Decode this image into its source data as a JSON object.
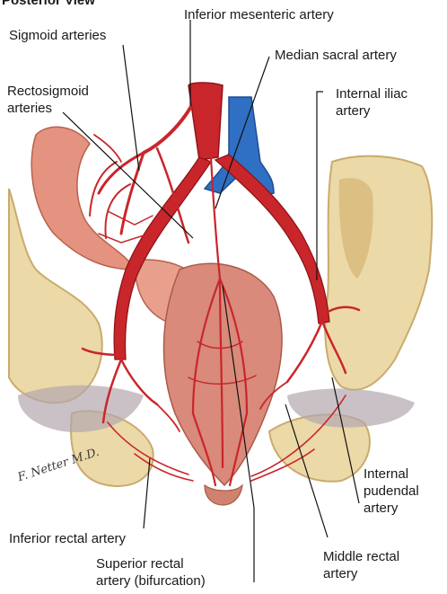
{
  "view_label": "Posterior View",
  "signature": "F. Netter M.D.",
  "labels": {
    "inferior_mesenteric": "Inferior mesenteric artery",
    "sigmoid": "Sigmoid arteries",
    "median_sacral": "Median sacral artery",
    "rectosigmoid": "Rectosigmoid\narteries",
    "internal_iliac": "Internal iliac\nartery",
    "internal_pudendal": "Internal\npudendal\nartery",
    "inferior_rectal": "Inferior rectal artery",
    "superior_rectal": "Superior rectal\nartery (bifurcation)",
    "middle_rectal": "Middle rectal\nartery"
  },
  "colors": {
    "artery": "#c9262b",
    "artery_dark": "#8e1519",
    "vein": "#2f6fc4",
    "bone": "#ecd9a8",
    "bone_dark": "#c9ab6c",
    "colon": "#e3937f",
    "rectum": "#d98a7a",
    "muscle": "#b3a6ae"
  }
}
